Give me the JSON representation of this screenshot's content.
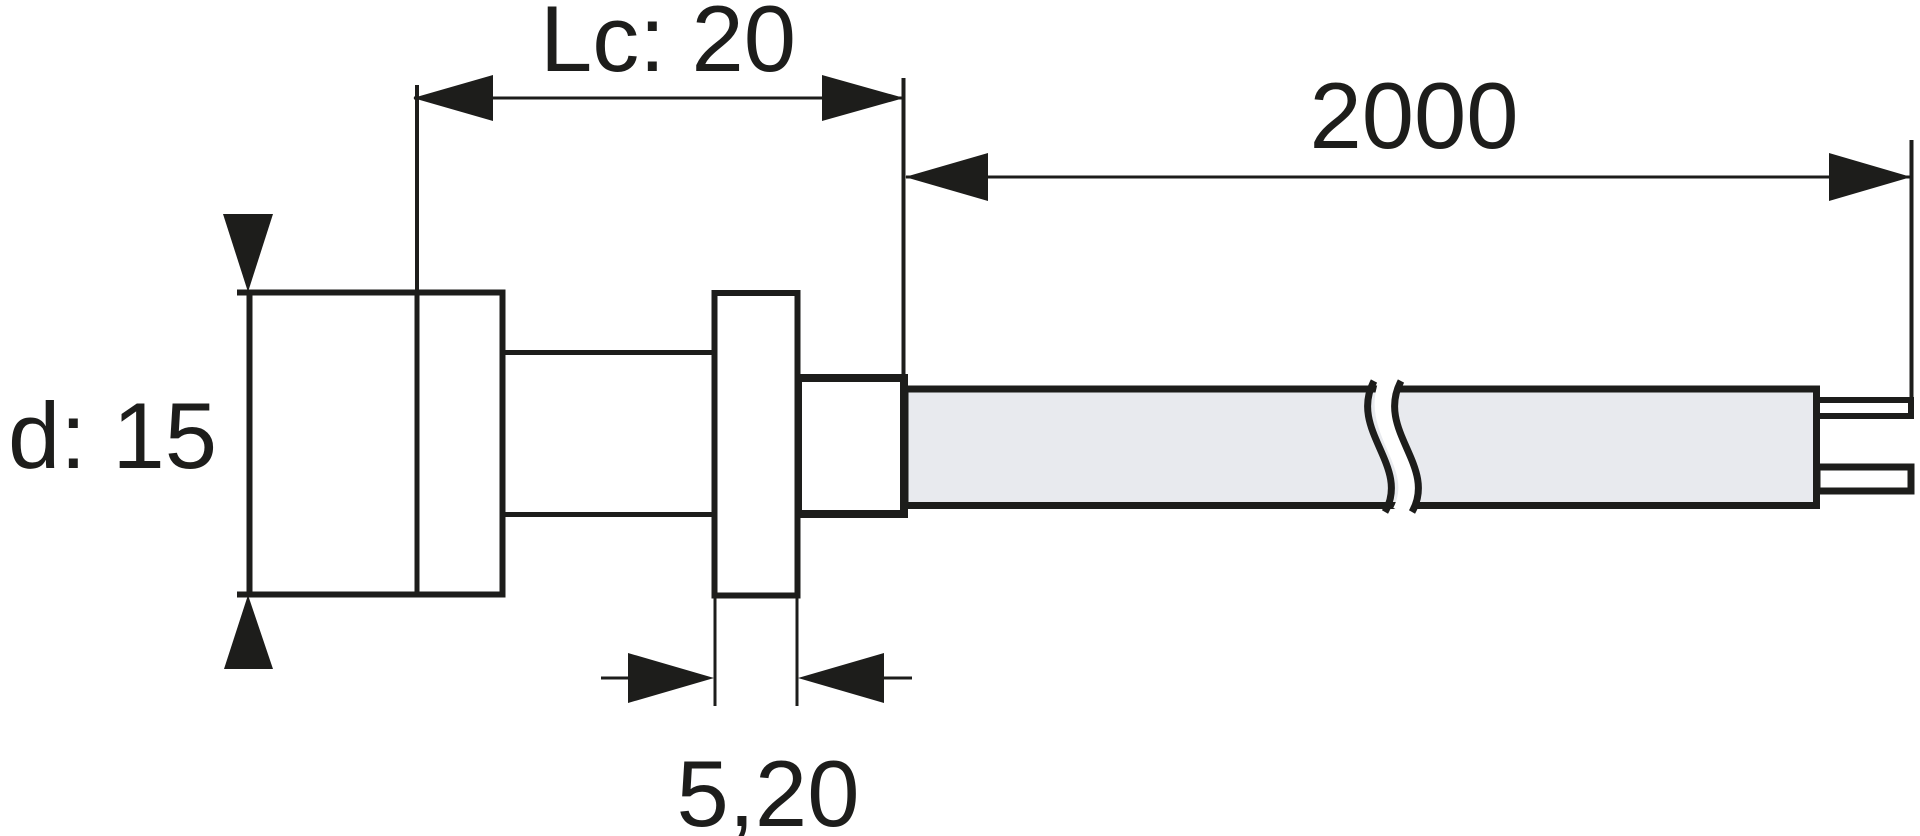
{
  "figure": {
    "type": "technical-dimension-drawing",
    "labels": {
      "heated_length": "Lc: 20",
      "cable_length": "2000",
      "diameter": "d: 15",
      "flange_thickness": "5,20"
    },
    "values": {
      "heated_length_mm": 20,
      "cable_length_mm": 2000,
      "diameter_mm": 15,
      "flange_thickness_mm": 5.2
    },
    "colors": {
      "line": "#1d1d1b",
      "cable_fill": "#e8eaee",
      "background": "#ffffff"
    }
  }
}
